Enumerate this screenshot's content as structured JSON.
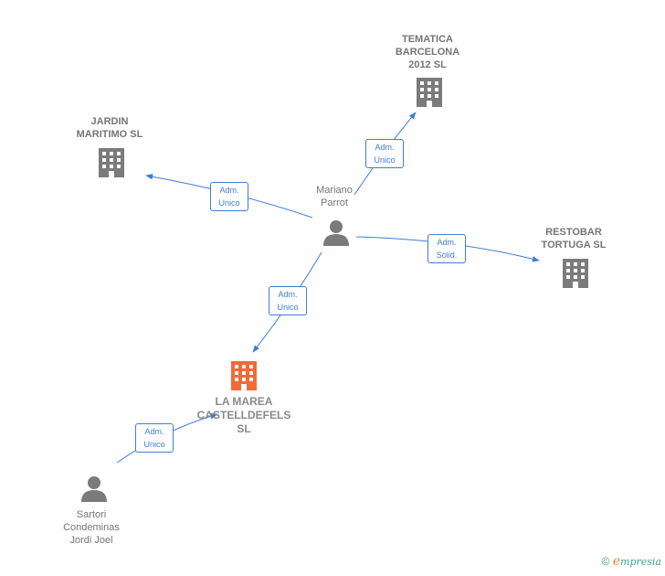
{
  "colors": {
    "edge": "#3f7dd3",
    "building": "#7b7b7b",
    "focus": "#f26a36",
    "person": "#7b7b7b",
    "brand": "#3ba58d"
  },
  "nodes": {
    "tematica": {
      "lines": [
        "TEMATICA",
        "BARCELONA",
        "2012 SL"
      ],
      "icon": "building-icon"
    },
    "jardin": {
      "lines": [
        "JARDIN",
        "MARITIMO  SL"
      ],
      "icon": "building-icon"
    },
    "mariano": {
      "lines": [
        "Mariano",
        "Parrot"
      ],
      "icon": "person-icon"
    },
    "restobar": {
      "lines": [
        "RESTOBAR",
        "TORTUGA  SL"
      ],
      "icon": "building-icon"
    },
    "lamarea": {
      "lines": [
        "LA MAREA",
        "CASTELLDEFELS",
        "SL"
      ],
      "icon": "building-icon"
    },
    "sartori": {
      "lines": [
        "Sartori",
        "Condeminas",
        "Jordi Joel"
      ],
      "icon": "person-icon"
    }
  },
  "relations": {
    "r1": {
      "line1": "Adm.",
      "line2": "Unico"
    },
    "r2": {
      "line1": "Adm.",
      "line2": "Unico"
    },
    "r3": {
      "line1": "Adm.",
      "line2": "Solid."
    },
    "r4": {
      "line1": "Adm.",
      "line2": "Unico"
    },
    "r5": {
      "line1": "Adm.",
      "line2": "Unico"
    }
  },
  "footer": {
    "copyright": "©",
    "brand_initial": "e",
    "brand_rest": "mpresia"
  }
}
